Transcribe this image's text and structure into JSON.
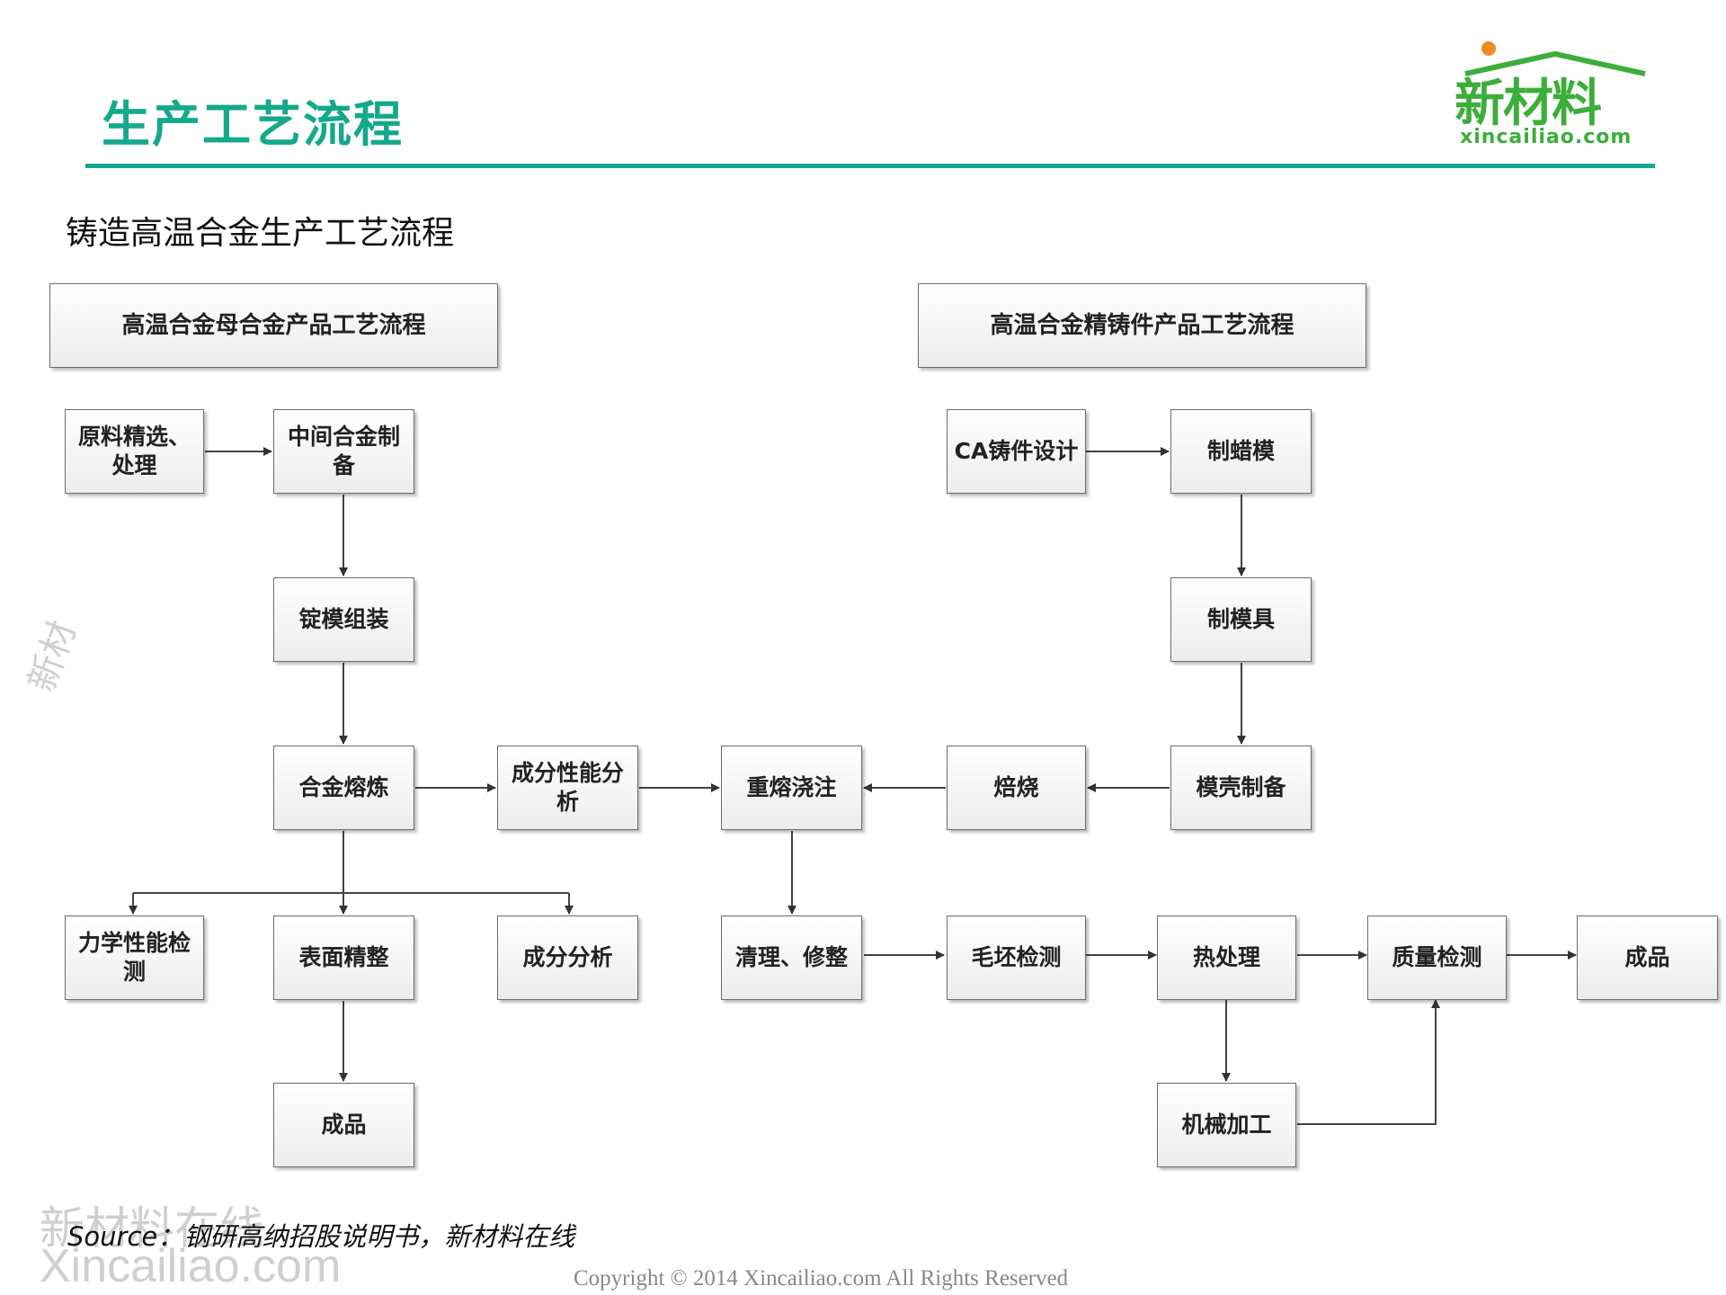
{
  "header": {
    "title": "生产工艺流程",
    "logo_text": "新材料",
    "logo_url": "xincailiao.com",
    "accent_color": "#17a88b",
    "logo_color": "#3cae3a"
  },
  "subtitle": "铸造高温合金生产工艺流程",
  "diagram": {
    "left_header": "高温合金母合金产品工艺流程",
    "right_header": "高温合金精铸件产品工艺流程",
    "nodes": {
      "raw_material": "原料精选、处理",
      "intermediate_alloy": "中间合金制备",
      "ingot_mold": "锭模组装",
      "alloy_smelting": "合金熔炼",
      "composition_performance": "成分性能分析",
      "mechanical_test": "力学性能检测",
      "surface_finish": "表面精整",
      "composition_analysis": "成分分析",
      "finished_left": "成品",
      "ca_design": "CA铸件设计",
      "wax_mold": "制蜡模",
      "mold_tool": "制模具",
      "shell_prep": "模壳制备",
      "roasting": "焙烧",
      "remelt_pour": "重熔浇注",
      "clean_trim": "清理、修整",
      "blank_inspect": "毛坯检测",
      "heat_treat": "热处理",
      "quality_inspect": "质量检测",
      "finished_right": "成品",
      "machining": "机械加工"
    }
  },
  "footer": {
    "source_label": "Source：",
    "source_text": "钢研高纳招股说明书，新材料在线",
    "copyright": "Copyright © 2014   Xincailiao.com   All Rights Reserved",
    "watermark_cn": "新材料在线",
    "watermark_en": "Xincailiao.com",
    "watermark_side": "新材"
  }
}
